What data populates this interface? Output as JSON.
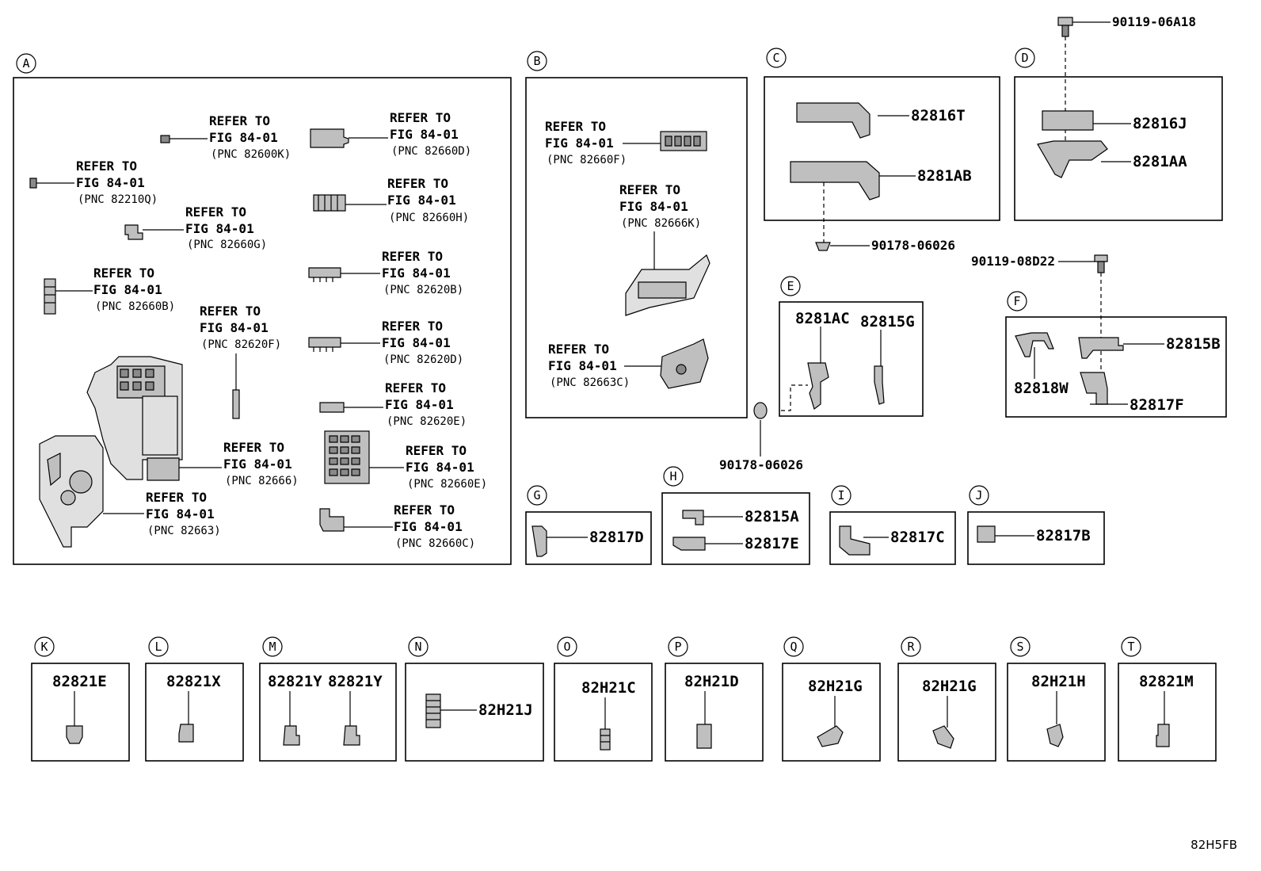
{
  "sections": {
    "A": {
      "letter": "A",
      "refs": [
        {
          "line1": "REFER TO",
          "line2": "FIG 84-01",
          "pnc": "(PNC 82600K)"
        },
        {
          "line1": "REFER TO",
          "line2": "FIG 84-01",
          "pnc": "(PNC 82660D)"
        },
        {
          "line1": "REFER TO",
          "line2": "FIG 84-01",
          "pnc": "(PNC 82210Q)"
        },
        {
          "line1": "REFER TO",
          "line2": "FIG 84-01",
          "pnc": "(PNC 82660H)"
        },
        {
          "line1": "REFER TO",
          "line2": "FIG 84-01",
          "pnc": "(PNC 82660G)"
        },
        {
          "line1": "REFER TO",
          "line2": "FIG 84-01",
          "pnc": "(PNC 82660B)"
        },
        {
          "line1": "REFER TO",
          "line2": "FIG 84-01",
          "pnc": "(PNC 82620B)"
        },
        {
          "line1": "REFER TO",
          "line2": "FIG 84-01",
          "pnc": "(PNC 82620F)"
        },
        {
          "line1": "REFER TO",
          "line2": "FIG 84-01",
          "pnc": "(PNC 82620D)"
        },
        {
          "line1": "REFER TO",
          "line2": "FIG 84-01",
          "pnc": "(PNC 82620E)"
        },
        {
          "line1": "REFER TO",
          "line2": "FIG 84-01",
          "pnc": "(PNC 82666)"
        },
        {
          "line1": "REFER TO",
          "line2": "FIG 84-01",
          "pnc": "(PNC 82660E)"
        },
        {
          "line1": "REFER TO",
          "line2": "FIG 84-01",
          "pnc": "(PNC 82663)"
        },
        {
          "line1": "REFER TO",
          "line2": "FIG 84-01",
          "pnc": "(PNC 82660C)"
        }
      ]
    },
    "B": {
      "letter": "B",
      "refs": [
        {
          "line1": "REFER TO",
          "line2": "FIG 84-01",
          "pnc": "(PNC 82660F)"
        },
        {
          "line1": "REFER TO",
          "line2": "FIG 84-01",
          "pnc": "(PNC 82666K)"
        },
        {
          "line1": "REFER TO",
          "line2": "FIG 84-01",
          "pnc": "(PNC 82663C)"
        }
      ]
    },
    "C": {
      "letter": "C",
      "parts": [
        "82816T",
        "8281AB"
      ],
      "bolt": "90178-06026"
    },
    "D": {
      "letter": "D",
      "parts": [
        "82816J",
        "8281AA"
      ],
      "bolt": "90119-06A18"
    },
    "E": {
      "letter": "E",
      "parts": [
        "8281AC",
        "82815G"
      ],
      "bolt": "90178-06026"
    },
    "F": {
      "letter": "F",
      "parts": [
        "82815B",
        "82818W",
        "82817F"
      ],
      "bolt": "90119-08D22"
    },
    "G": {
      "letter": "G",
      "parts": [
        "82817D"
      ]
    },
    "H": {
      "letter": "H",
      "parts": [
        "82815A",
        "82817E"
      ]
    },
    "I": {
      "letter": "I",
      "parts": [
        "82817C"
      ]
    },
    "J": {
      "letter": "J",
      "parts": [
        "82817B"
      ]
    },
    "K": {
      "letter": "K",
      "parts": [
        "82821E"
      ]
    },
    "L": {
      "letter": "L",
      "parts": [
        "82821X"
      ]
    },
    "M": {
      "letter": "M",
      "parts": [
        "82821Y",
        "82821Y"
      ]
    },
    "N": {
      "letter": "N",
      "parts": [
        "82H21J"
      ]
    },
    "O": {
      "letter": "O",
      "parts": [
        "82H21C"
      ]
    },
    "P": {
      "letter": "P",
      "parts": [
        "82H21D"
      ]
    },
    "Q": {
      "letter": "Q",
      "parts": [
        "82H21G"
      ]
    },
    "R": {
      "letter": "R",
      "parts": [
        "82H21G"
      ]
    },
    "S": {
      "letter": "S",
      "parts": [
        "82H21H"
      ]
    },
    "T": {
      "letter": "T",
      "parts": [
        "82821M"
      ]
    }
  },
  "figure_code": "82H5FB"
}
